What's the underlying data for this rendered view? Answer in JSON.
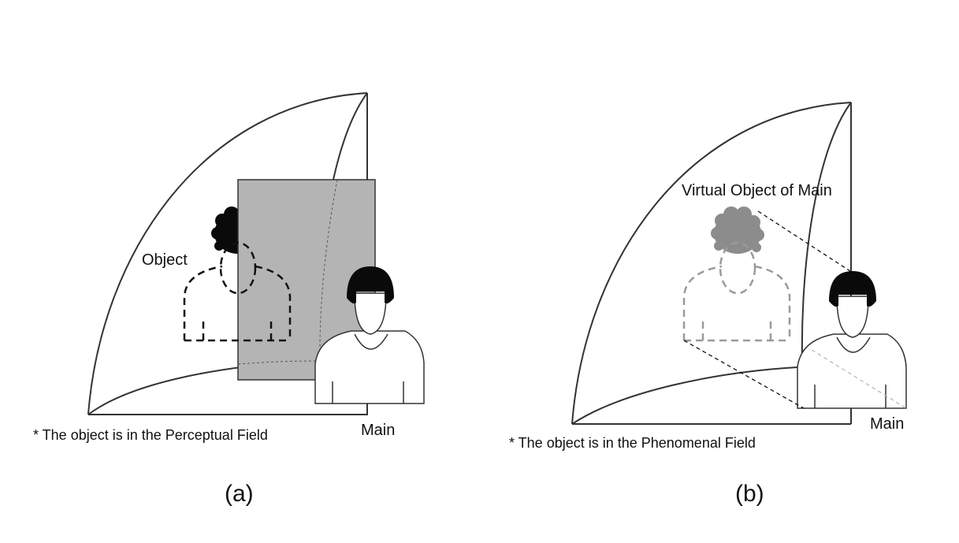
{
  "panels": [
    {
      "id": "a",
      "object_label": "Object",
      "main_label": "Main",
      "note": "* The object is in the Perceptual Field",
      "caption": "(a)"
    },
    {
      "id": "b",
      "virtual_label": "Virtual Object of Main",
      "main_label": "Main",
      "note": "* The object is in the Phenomenal Field",
      "caption": "(b)"
    }
  ],
  "colors": {
    "outline": "#333333",
    "panel_fill": "#b4b4b4",
    "hair": "#0a0a0a",
    "faded_hair": "#8c8c8c",
    "dashed_dark": "#111111",
    "dashed_faded": "#9a9a9a"
  }
}
